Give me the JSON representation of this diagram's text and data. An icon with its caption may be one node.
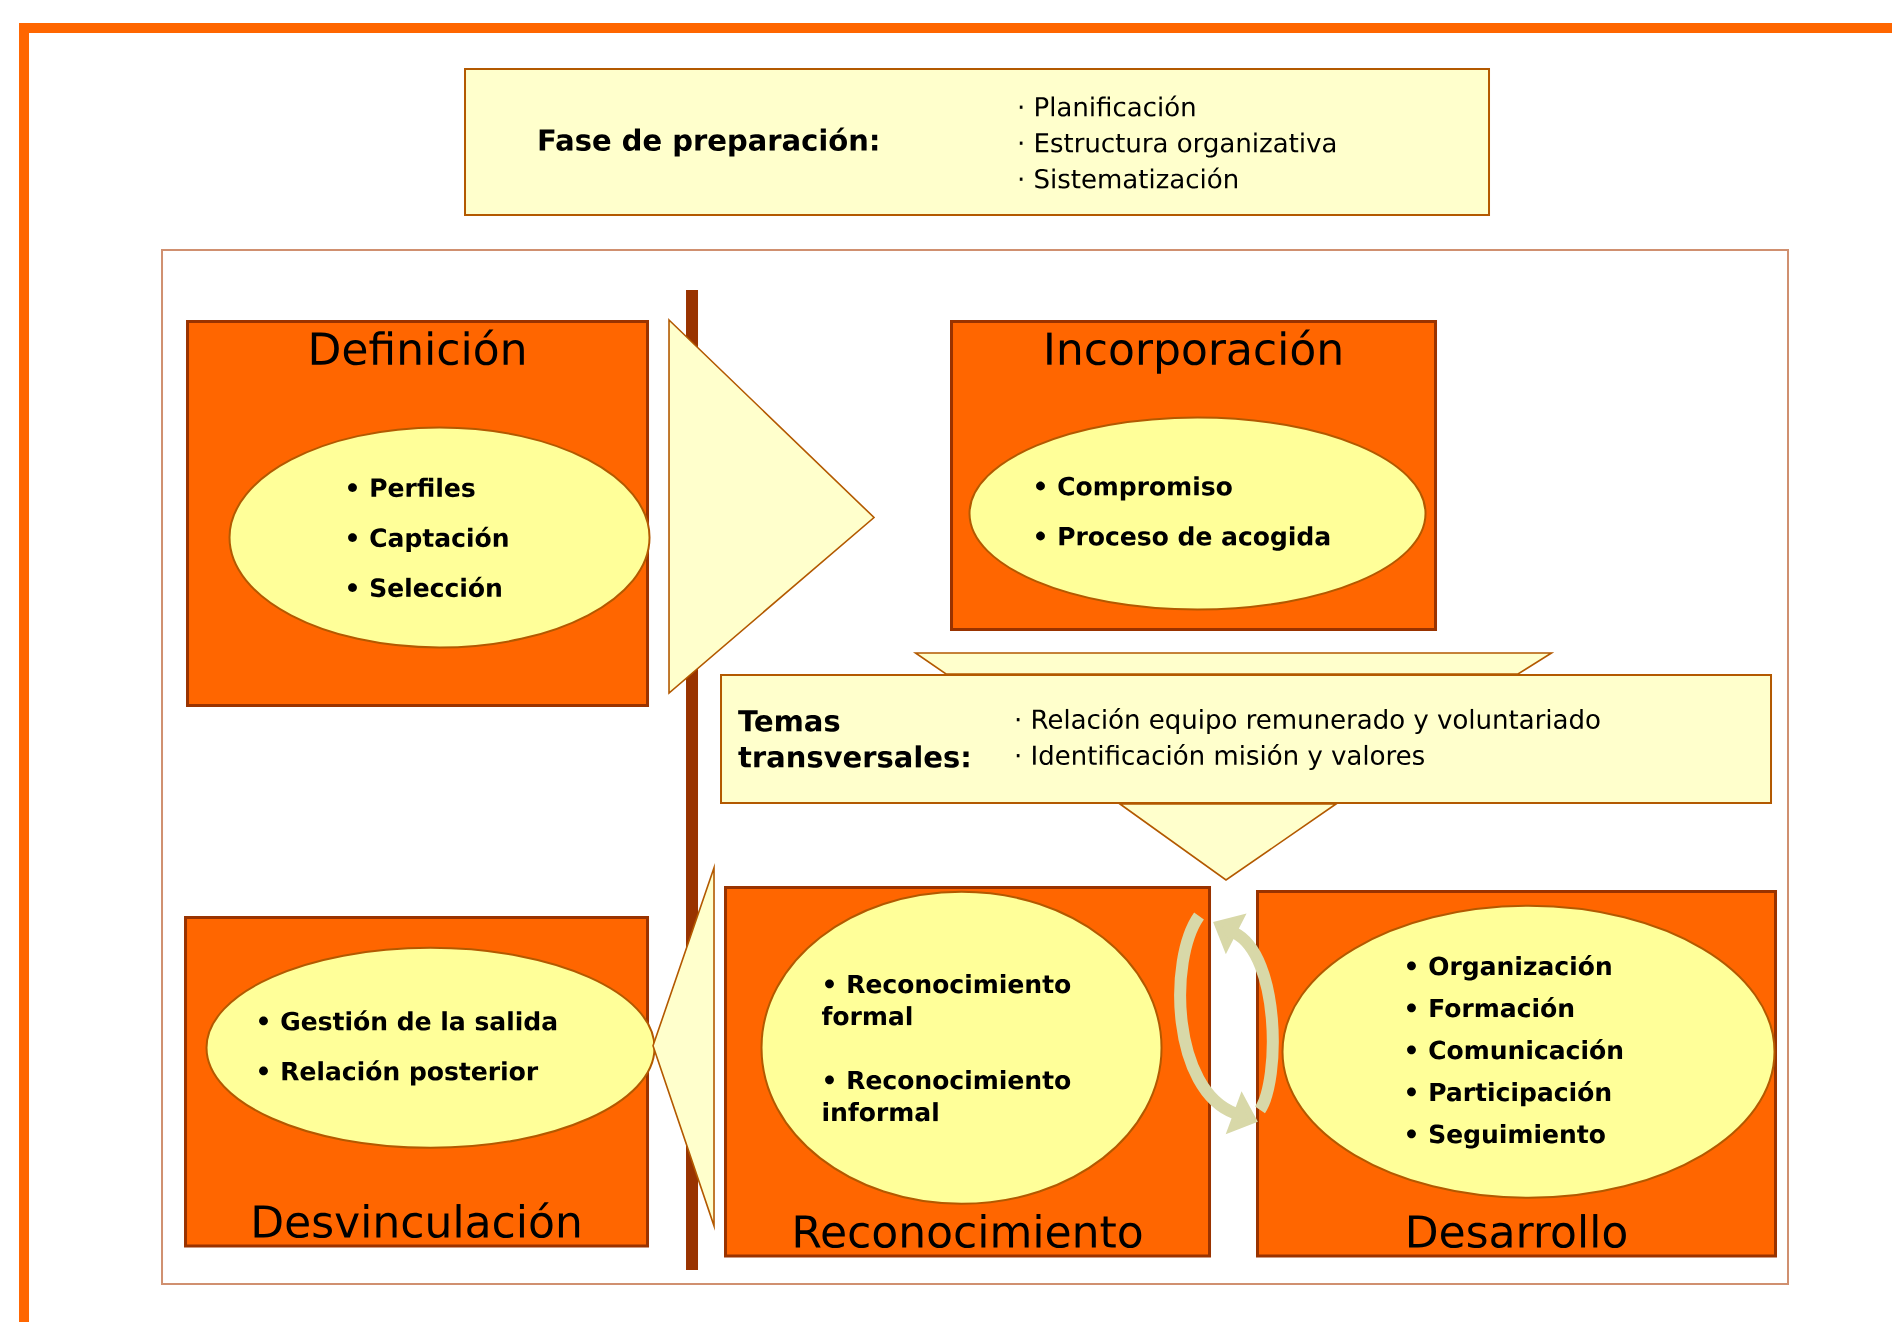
{
  "diagram": {
    "nodes": [
      {
        "text": [
          "Fase de preparación:",
          "· Planificación",
          "· Estructura organizativa",
          "· Sistematización"
        ]
      },
      {
        "text": [
          "Definición"
        ]
      },
      {
        "text": [
          "• Perfiles",
          "• Captación",
          "• Selección"
        ],
        "in": 1
      },
      {
        "text": [
          "Incorporación"
        ]
      },
      {
        "text": [
          "• Compromiso",
          "• Proceso de acogida"
        ],
        "in": 3
      },
      {
        "text": [
          "Temas transversales:",
          "· Relación equipo remunerado y voluntariado",
          "· Identificación misión y valores"
        ]
      },
      {
        "text": [
          "Desvinculación"
        ]
      },
      {
        "text": [
          "• Gestión de la salida",
          "• Relación posterior"
        ],
        "in": 6
      },
      {
        "text": [
          "Reconocimiento"
        ]
      },
      {
        "text": [
          "• Reconocimiento formal",
          "• Reconocimiento informal"
        ],
        "in": 8
      },
      {
        "text": [
          "Desarrollo"
        ]
      },
      {
        "text": [
          "• Organización",
          "• Formación",
          "• Comunicación",
          "• Participación",
          "• Seguimiento"
        ],
        "in": 10
      }
    ],
    "edges": [
      {
        "from": 1,
        "to": 3,
        "arrow": "to"
      },
      {
        "from": 3,
        "to": 5,
        "arrow": "none"
      },
      {
        "from": 5,
        "to": null,
        "arrow": "to"
      },
      {
        "from": 8,
        "to": 10,
        "arrow": "to"
      },
      {
        "from": 10,
        "to": 8,
        "arrow": "to"
      },
      {
        "from": 8,
        "to": 6,
        "arrow": "to"
      }
    ]
  }
}
